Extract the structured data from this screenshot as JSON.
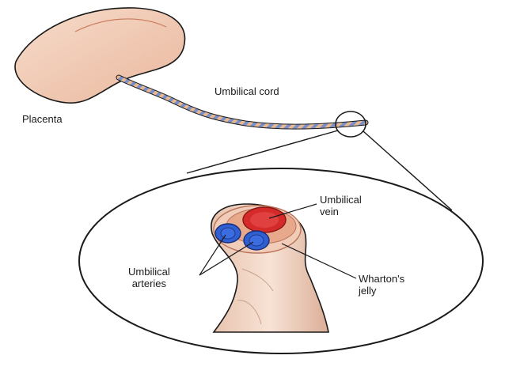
{
  "labels": {
    "placenta": "Placenta",
    "umbilical_cord": "Umbilical cord",
    "umbilical_vein": [
      "Umbilical",
      "vein"
    ],
    "umbilical_arteries": [
      "Umbilical",
      "arteries"
    ],
    "whartons_jelly": [
      "Wharton's",
      "jelly"
    ]
  },
  "colors": {
    "placenta_fill": "#f2cdb8",
    "placenta_edge": "#c97c5d",
    "cord_blue": "#7a8fc9",
    "cord_tan": "#e8b98f",
    "vein_red": "#d42a2a",
    "artery_blue": "#2f5fd0",
    "jelly_fill": "#f3dccc",
    "outline": "#1a1a1a"
  }
}
